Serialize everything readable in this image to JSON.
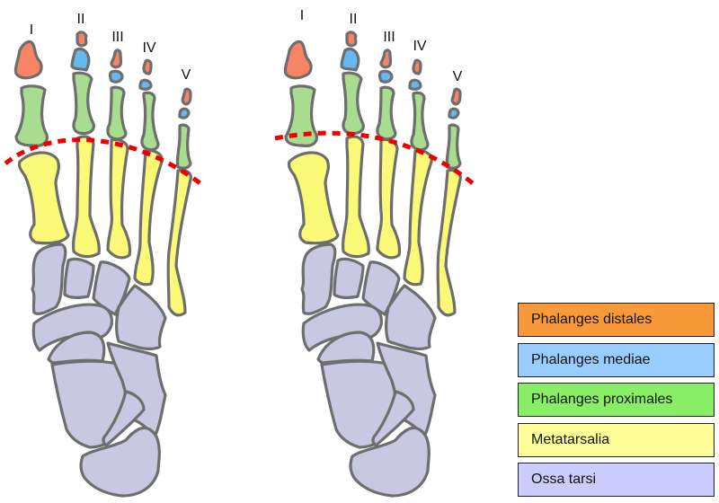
{
  "toe_labels": [
    "I",
    "II",
    "III",
    "IV",
    "V"
  ],
  "legend": [
    {
      "label": "Phalanges distales",
      "color": "#f99a3a"
    },
    {
      "label": "Phalanges mediae",
      "color": "#99ccff"
    },
    {
      "label": "Phalanges proximales",
      "color": "#88ee66"
    },
    {
      "label": "Metatarsalia",
      "color": "#ffff99"
    },
    {
      "label": "Ossa tarsi",
      "color": "#ccccff"
    }
  ],
  "bone_colors": {
    "distal": "#f88466",
    "media": "#66b8f0",
    "proximal": "#a8dd90",
    "metatarsal": "#fafa78",
    "tarsal": "#c8c8e2",
    "outline": "#6e6e6e",
    "joint_line": "#ee0000"
  },
  "feet": [
    {
      "name": "left-foot",
      "joint_line": "dashed arc across metatarsophalangeal joints"
    },
    {
      "name": "right-foot",
      "joint_line": "dashed arc across metatarsophalangeal joints"
    }
  ]
}
